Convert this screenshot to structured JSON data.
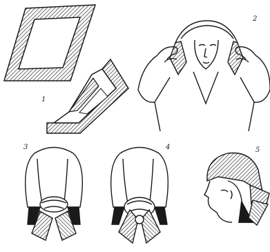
{
  "steps": [
    {
      "number": "1",
      "description": ""
    },
    {
      "number": "2",
      "description": ""
    },
    {
      "number": "3",
      "description": ""
    },
    {
      "number": "4",
      "description": ""
    },
    {
      "number": "5",
      "description": ""
    }
  ],
  "colors": {
    "ink": "#1a1a1a",
    "background": "#ffffff",
    "hatch": "#333333"
  },
  "icons": [
    "square-scarf-icon",
    "folded-scarf-icon",
    "woman-tying-scarf-icon",
    "scarf-back-knot-icon",
    "scarf-back-bow-icon",
    "scarf-profile-icon"
  ]
}
